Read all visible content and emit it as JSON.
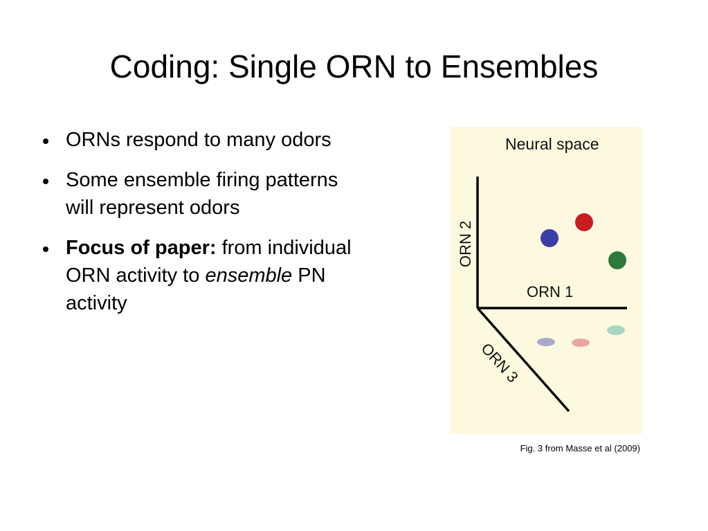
{
  "slide": {
    "title": "Coding: Single ORN to Ensembles",
    "bullets": [
      {
        "text": "ORNs respond to many odors"
      },
      {
        "text": "Some ensemble firing patterns will represent odors"
      },
      {
        "bold_prefix": "Focus of paper:",
        "text_before": " from individual ORN activity to ",
        "italic_word": "ensemble",
        "text_after": " PN activity"
      }
    ]
  },
  "figure": {
    "title": "Neural space",
    "axes": {
      "orn1": "ORN 1",
      "orn2": "ORN 2",
      "orn3": "ORN 3"
    },
    "background_color": "#fcf9df",
    "points": [
      {
        "name": "blue-odor",
        "color": "#3c3ea8"
      },
      {
        "name": "red-odor",
        "color": "#c81e22"
      },
      {
        "name": "green-odor",
        "color": "#2d7a3a"
      }
    ],
    "projections": [
      {
        "name": "blue-projection",
        "color": "#a9a9cc"
      },
      {
        "name": "red-projection",
        "color": "#eaa6a3"
      },
      {
        "name": "green-projection",
        "color": "#a9d6c0"
      }
    ]
  },
  "caption": "Fig. 3 from Masse et al (2009)"
}
